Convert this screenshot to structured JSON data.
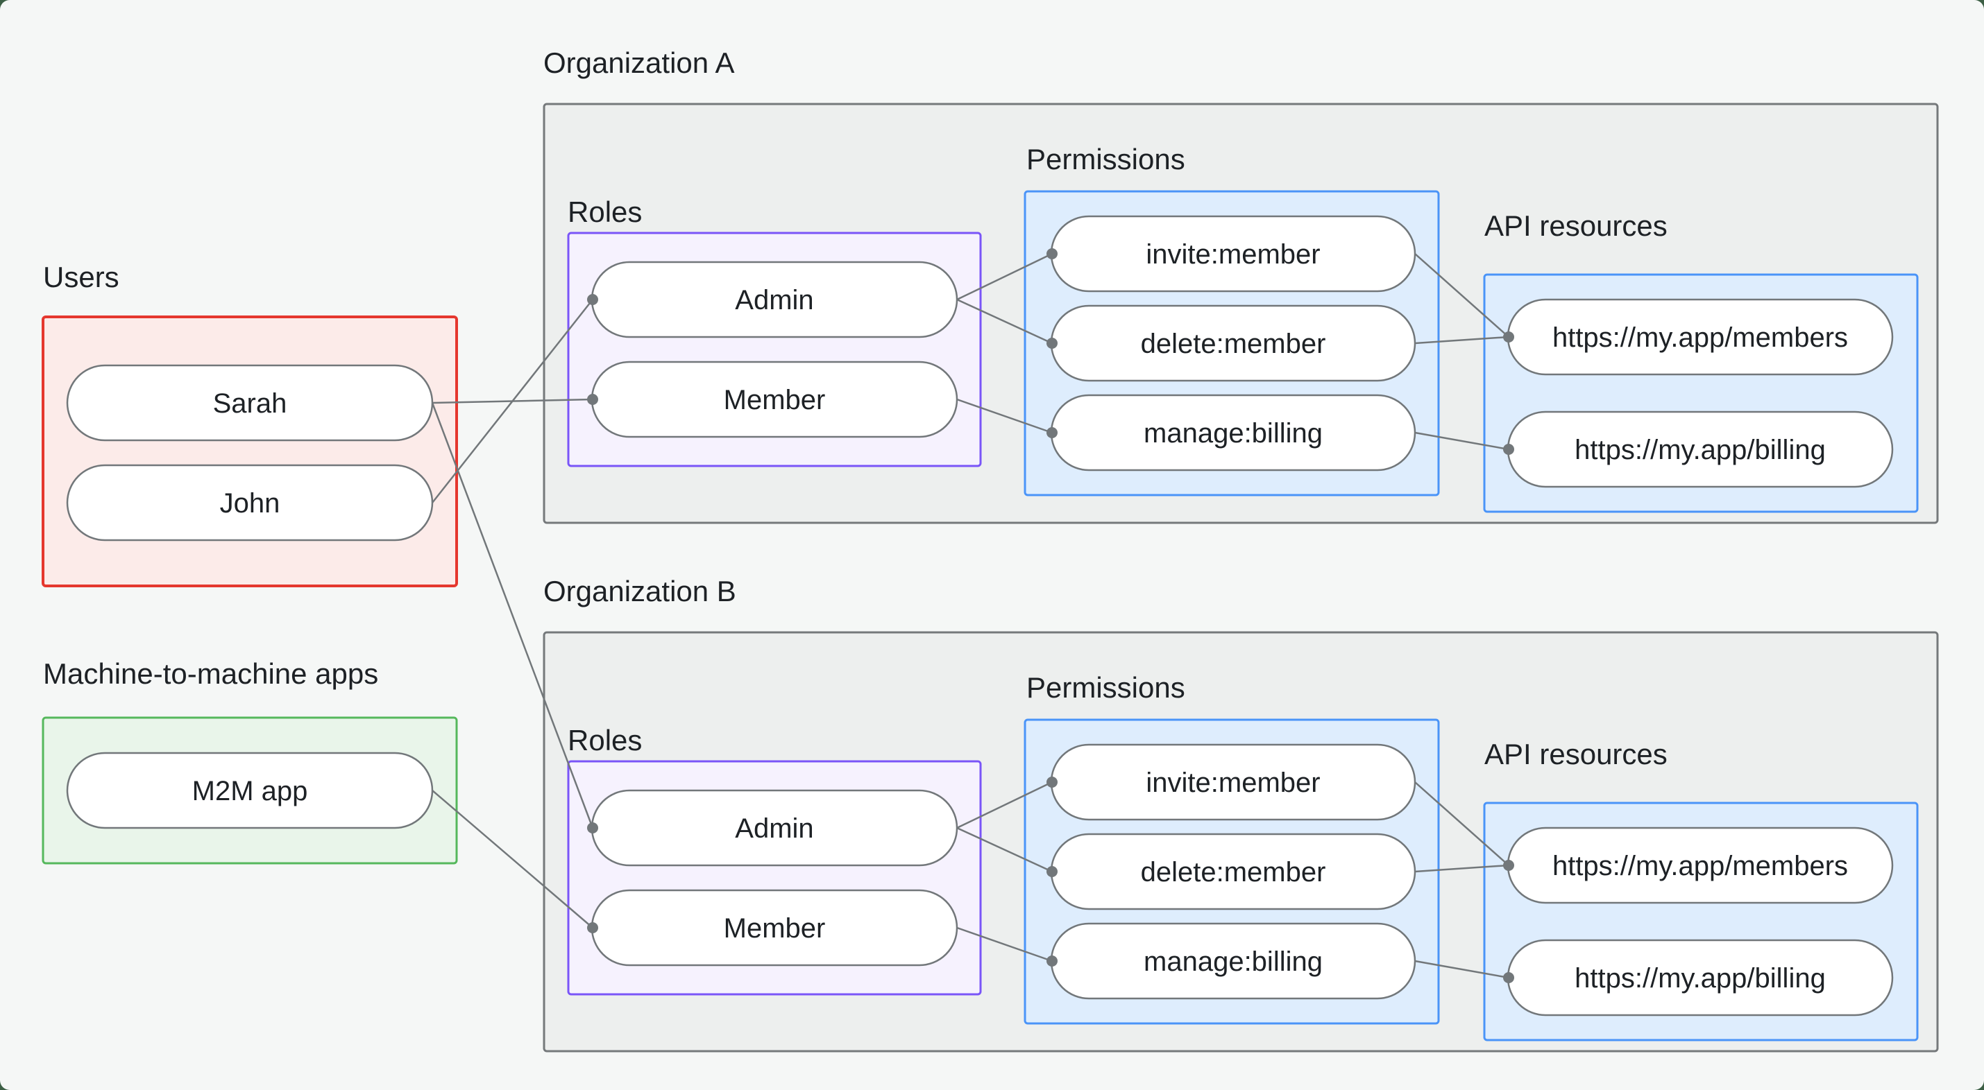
{
  "page": {
    "background": "#f5f7f6",
    "backdrop_color": "#3c5f45"
  },
  "colors": {
    "users_border": "#e5372e",
    "users_fill": "#fcebe9",
    "m2m_border": "#55b85c",
    "m2m_fill": "#e9f5ea",
    "org_border": "#75797b",
    "org_fill": "#edefee",
    "roles_border": "#7a55f8",
    "roles_fill": "#f6f2fe",
    "permissions_border": "#4a94f8",
    "permissions_fill": "#deedfd",
    "node_border": "#72777a",
    "node_fill": "#ffffff",
    "connector": "#72777a",
    "text": "#1d2125"
  },
  "users_group": {
    "title": "Users",
    "items": [
      "Sarah",
      "John"
    ]
  },
  "m2m_group": {
    "title": "Machine-to-machine apps",
    "items": [
      "M2M app"
    ]
  },
  "org_a": {
    "title": "Organization A",
    "roles_label": "Roles",
    "permissions_label": "Permissions",
    "api_resources_label": "API resources",
    "roles": [
      "Admin",
      "Member"
    ],
    "permissions": [
      "invite:member",
      "delete:member",
      "manage:billing"
    ],
    "api_resources": [
      "https://my.app/members",
      "https://my.app/billing"
    ]
  },
  "org_b": {
    "title": "Organization B",
    "roles_label": "Roles",
    "permissions_label": "Permissions",
    "api_resources_label": "API resources",
    "roles": [
      "Admin",
      "Member"
    ],
    "permissions": [
      "invite:member",
      "delete:member",
      "manage:billing"
    ],
    "api_resources": [
      "https://my.app/members",
      "https://my.app/billing"
    ]
  },
  "connections": [
    {
      "from": "Sarah",
      "to": "Organization A / Member"
    },
    {
      "from": "John",
      "to": "Organization A / Admin"
    },
    {
      "from": "Sarah",
      "to": "Organization B / Admin"
    },
    {
      "from": "M2M app",
      "to": "Organization B / Member"
    },
    {
      "from": "Organization A / Admin",
      "to": "Organization A / invite:member"
    },
    {
      "from": "Organization A / Admin",
      "to": "Organization A / delete:member"
    },
    {
      "from": "Organization A / Member",
      "to": "Organization A / manage:billing"
    },
    {
      "from": "Organization A / invite:member",
      "to": "Organization A / https://my.app/members"
    },
    {
      "from": "Organization A / delete:member",
      "to": "Organization A / https://my.app/members"
    },
    {
      "from": "Organization A / manage:billing",
      "to": "Organization A / https://my.app/billing"
    },
    {
      "from": "Organization B / Admin",
      "to": "Organization B / invite:member"
    },
    {
      "from": "Organization B / Admin",
      "to": "Organization B / delete:member"
    },
    {
      "from": "Organization B / Member",
      "to": "Organization B / manage:billing"
    },
    {
      "from": "Organization B / invite:member",
      "to": "Organization B / https://my.app/members"
    },
    {
      "from": "Organization B / delete:member",
      "to": "Organization B / https://my.app/members"
    },
    {
      "from": "Organization B / manage:billing",
      "to": "Organization B / https://my.app/billing"
    }
  ]
}
